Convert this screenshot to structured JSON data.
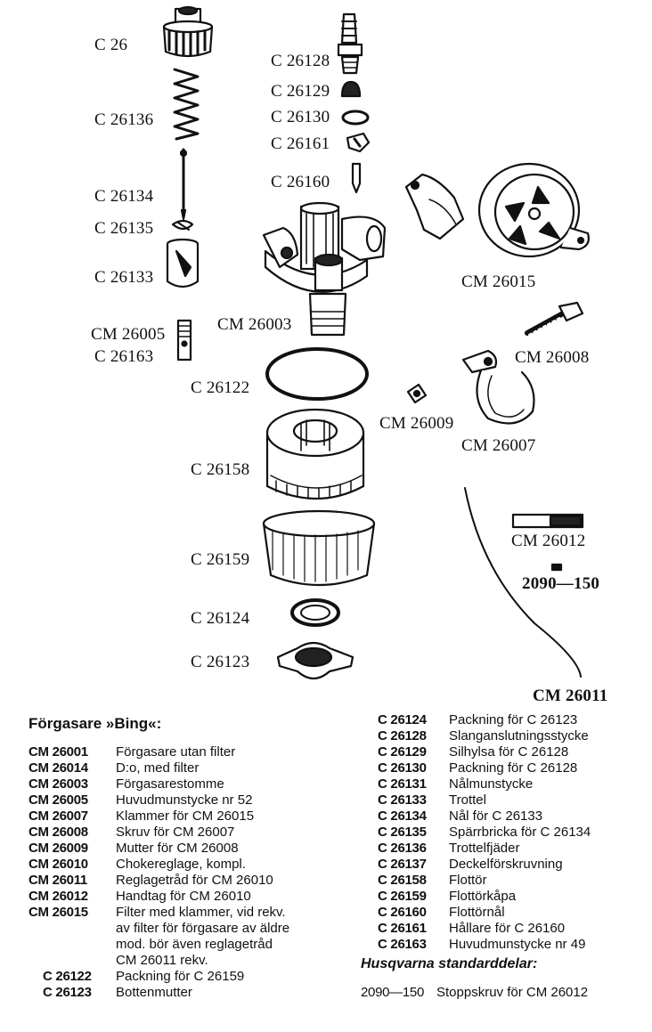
{
  "labels": {
    "l_c26": "C 26",
    "l_c26136": "C 26136",
    "l_c26134": "C 26134",
    "l_c26135": "C 26135",
    "l_c26133": "C 26133",
    "l_cm26005": "CM 26005",
    "l_c26163": "C 26163",
    "l_c26128": "C 26128",
    "l_c26129": "C 26129",
    "l_c26130": "C 26130",
    "l_c26161": "C 26161",
    "l_c26160": "C 26160",
    "l_cm26003": "CM 26003",
    "l_cm26015": "CM 26015",
    "l_cm26008": "CM 26008",
    "l_c26122": "C 26122",
    "l_cm26009": "CM 26009",
    "l_cm26007": "CM 26007",
    "l_c26158": "C 26158",
    "l_cm26012": "CM 26012",
    "l_2090": "2090—150",
    "l_c26159": "C 26159",
    "l_c26124": "C 26124",
    "l_c26123": "C 26123",
    "l_cm26011": "CM 26011"
  },
  "legend": {
    "title": "Förgasare »Bing«:",
    "left": [
      {
        "code": "CM 26001",
        "desc": "Förgasare utan filter"
      },
      {
        "code": "CM 26014",
        "desc": "D:o, med filter"
      },
      {
        "code": "CM 26003",
        "desc": "Förgasarestomme"
      },
      {
        "code": "CM 26005",
        "desc": "Huvudmunstycke nr 52"
      },
      {
        "code": "CM 26007",
        "desc": "Klammer för CM 26015"
      },
      {
        "code": "CM 26008",
        "desc": "Skruv för CM 26007"
      },
      {
        "code": "CM 26009",
        "desc": "Mutter för CM 26008"
      },
      {
        "code": "CM 26010",
        "desc": "Chokereglage, kompl."
      },
      {
        "code": "CM 26011",
        "desc": "Reglagetråd för CM 26010"
      },
      {
        "code": "CM 26012",
        "desc": "Handtag för CM 26010"
      },
      {
        "code": "CM 26015",
        "desc": "Filter med klammer, vid rekv."
      },
      {
        "code": "",
        "desc": "av filter för förgasare av äldre"
      },
      {
        "code": "",
        "desc": "mod. bör även reglagetråd"
      },
      {
        "code": "",
        "desc": "CM 26011 rekv."
      },
      {
        "code": "C 26122",
        "desc": "Packning för C 26159"
      },
      {
        "code": "C 26123",
        "desc": "Bottenmutter"
      }
    ],
    "right": [
      {
        "code": "C 26124",
        "desc": "Packning för C 26123"
      },
      {
        "code": "C 26128",
        "desc": "Slanganslutningsstycke"
      },
      {
        "code": "C 26129",
        "desc": "Silhylsa för C 26128"
      },
      {
        "code": "C 26130",
        "desc": "Packning för C 26128"
      },
      {
        "code": "C 26131",
        "desc": "Nålmunstycke"
      },
      {
        "code": "C 26133",
        "desc": "Trottel"
      },
      {
        "code": "C 26134",
        "desc": "Nål för C 26133"
      },
      {
        "code": "C 26135",
        "desc": "Spärrbricka för C 26134"
      },
      {
        "code": "C 26136",
        "desc": "Trottelfjäder"
      },
      {
        "code": "C 26137",
        "desc": "Deckelförskruvning"
      },
      {
        "code": "C 26158",
        "desc": "Flottör"
      },
      {
        "code": "C 26159",
        "desc": "Flottörkåpa"
      },
      {
        "code": "C 26160",
        "desc": "Flottörnål"
      },
      {
        "code": "C 26161",
        "desc": "Hållare för C 26160"
      },
      {
        "code": "C 26163",
        "desc": "Huvudmunstycke nr 49"
      }
    ],
    "subtitle": "Husqvarna standarddelar:",
    "std": [
      {
        "code": "2090—150",
        "desc": "Stoppskruv för CM 26012"
      }
    ]
  }
}
